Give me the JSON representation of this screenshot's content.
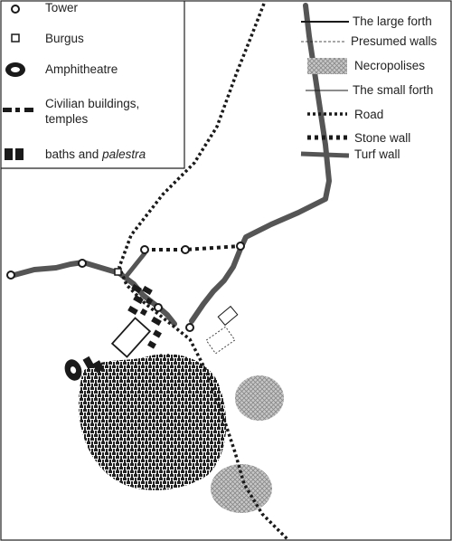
{
  "legend_left": {
    "tower": "Tower",
    "burgus": "Burgus",
    "amphitheatre": "Amphitheatre",
    "civilian_line1": "Civilian buildings,",
    "civilian_line2": "temples",
    "baths_prefix": "baths and ",
    "baths_italic": "palestra"
  },
  "legend_right": {
    "large_forth": "The large forth",
    "presumed_walls": "Presumed walls",
    "necropolises": "Necropolises",
    "small_forth": "The small forth",
    "road": "Road",
    "stone_wall": "Stone wall",
    "turf_wall": "Turf wall"
  },
  "colors": {
    "ink": "#1a1a1a",
    "turf": "#555555",
    "necropolis": "#9a9a9a"
  }
}
